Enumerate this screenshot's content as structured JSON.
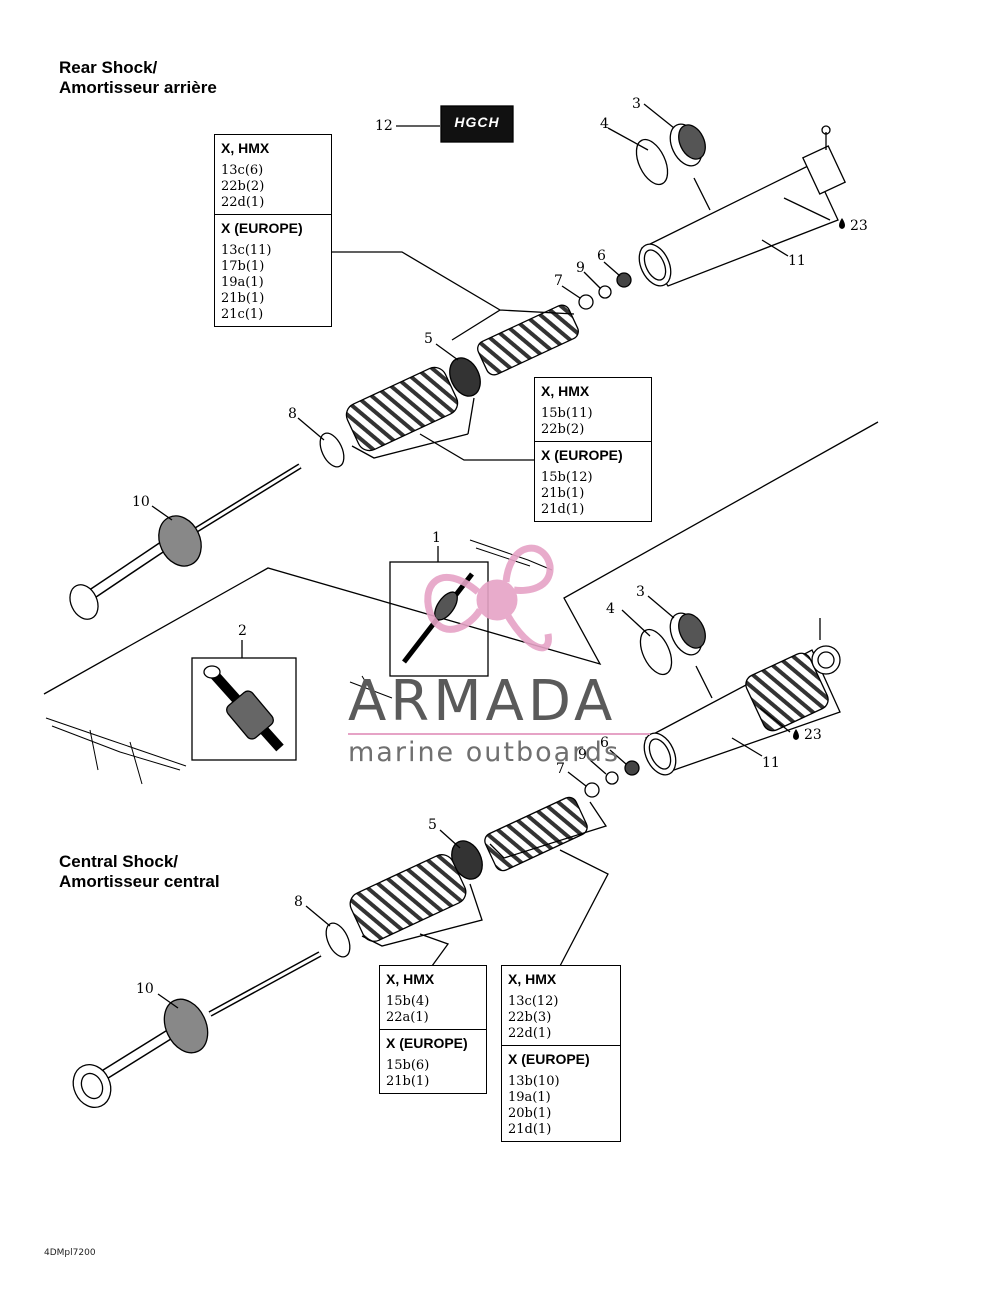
{
  "rear": {
    "title_line1": "Rear Shock/",
    "title_line2": "Amortisseur arrière",
    "table_a": {
      "s1_head": "X, HMX",
      "s1_items": [
        "13c(6)",
        "22b(2)",
        "22d(1)"
      ],
      "s2_head": "X (EUROPE)",
      "s2_items": [
        "13c(11)",
        "17b(1)",
        "19a(1)",
        "21b(1)",
        "21c(1)"
      ]
    },
    "table_b": {
      "s1_head": "X, HMX",
      "s1_items": [
        "15b(11)",
        "22b(2)"
      ],
      "s2_head": "X (EUROPE)",
      "s2_items": [
        "15b(12)",
        "21b(1)",
        "21d(1)"
      ]
    }
  },
  "central": {
    "title_line1": "Central Shock/",
    "title_line2": "Amortisseur central",
    "table_a": {
      "s1_head": "X, HMX",
      "s1_items": [
        "15b(4)",
        "22a(1)"
      ],
      "s2_head": "X (EUROPE)",
      "s2_items": [
        "15b(6)",
        "21b(1)"
      ]
    },
    "table_b": {
      "s1_head": "X, HMX",
      "s1_items": [
        "13c(12)",
        "22b(3)",
        "22d(1)"
      ],
      "s2_head": "X (EUROPE)",
      "s2_items": [
        "13b(10)",
        "19a(1)",
        "20b(1)",
        "21d(1)"
      ]
    }
  },
  "callouts": {
    "r12": "12",
    "r3": "3",
    "r4": "4",
    "r23": "23",
    "r11": "11",
    "r6": "6",
    "r9": "9",
    "r7": "7",
    "r5": "5",
    "r8": "8",
    "r10": "10",
    "m1": "1",
    "m2": "2",
    "c3": "3",
    "c4": "4",
    "c23": "23",
    "c11": "11",
    "c6": "6",
    "c9": "9",
    "c7": "7",
    "c5": "5",
    "c8": "8",
    "c10": "10"
  },
  "decal_text": "HGCH",
  "watermark": {
    "brand": "ARMADA",
    "tagline": "marine outboards",
    "color": "#e6a3c6"
  },
  "drawing_code": "4DMpl7200"
}
